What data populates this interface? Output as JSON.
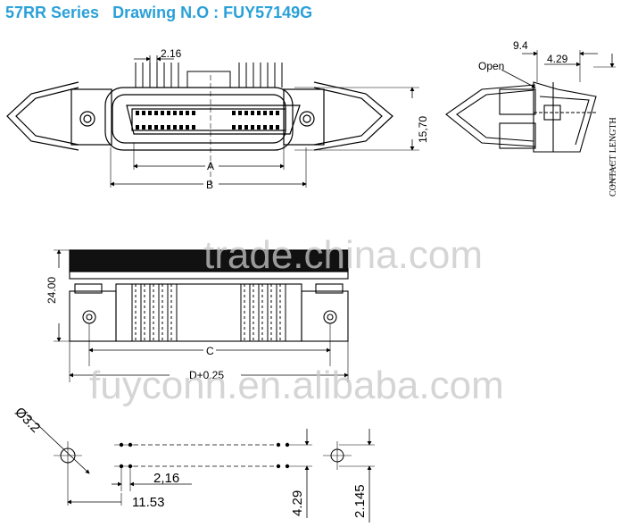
{
  "header": {
    "series": "57RR Series",
    "drawing_no": "Drawing N.O : FUY57149G"
  },
  "top_view": {
    "pitch_label": "2.16",
    "dim_a": "A",
    "dim_b": "B",
    "height_label": "15,70"
  },
  "side_view": {
    "dim_9_4": "9.4",
    "dim_4_29": "4.29",
    "open_label": "Open",
    "contact_length_label": "CONTACT LENGTH"
  },
  "front_view": {
    "height_label": "24.00",
    "dim_c": "C",
    "dim_d": "D+0.25"
  },
  "pcb_layout": {
    "hole_dia": "Ø3.2",
    "pitch_label": "2,16",
    "offset_label": "11.53",
    "row_spacing": "4.29",
    "half_spacing": "2.145"
  },
  "watermarks": {
    "top": "trade.china.com",
    "bottom": "fuyconn.en.alibaba.com"
  },
  "colors": {
    "title": "#2aa0d8",
    "line": "#000000",
    "watermark": "#c8c8c8"
  }
}
